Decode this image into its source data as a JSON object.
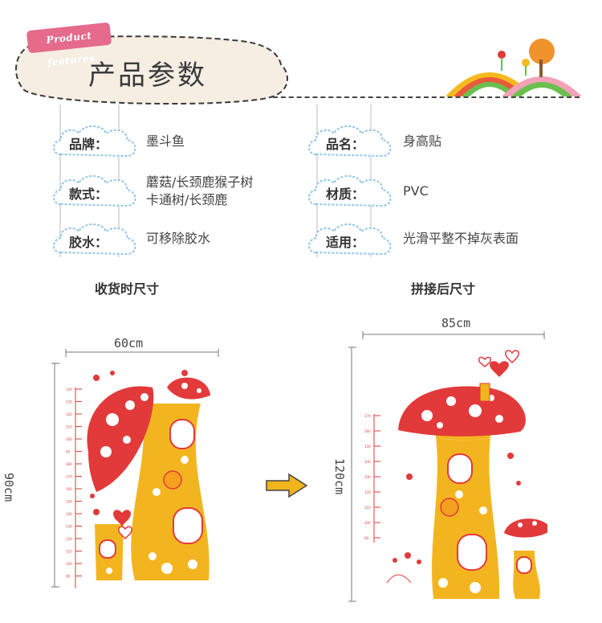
{
  "header": {
    "tag": "Product features",
    "title": "产品参数"
  },
  "params_left": [
    {
      "label": "品牌：",
      "value_lines": [
        "墨斗鱼"
      ]
    },
    {
      "label": "款式：",
      "value_lines": [
        "蘑菇/长颈鹿猴子树",
        "卡通树/长颈鹿"
      ]
    },
    {
      "label": "胶水：",
      "value_lines": [
        "可移除胶水"
      ]
    }
  ],
  "params_right": [
    {
      "label": "品名：",
      "value_lines": [
        "身高贴"
      ]
    },
    {
      "label": "材质：",
      "value_lines": [
        "PVC"
      ]
    },
    {
      "label": "适用：",
      "value_lines": [
        "光滑平整不掉灰表面"
      ]
    }
  ],
  "sections": {
    "before": "收货时尺寸",
    "after": "拼接后尺寸"
  },
  "before_size": {
    "width": "60cm",
    "height": "90cm",
    "ruler_ticks": [
      "140",
      "130",
      "120",
      "110",
      "100",
      "90",
      "180",
      "170",
      "160",
      "150",
      "140",
      "130",
      "120",
      "110",
      "100",
      "90"
    ]
  },
  "after_size": {
    "width": "85cm",
    "height": "120cm",
    "ruler_ticks": [
      "170",
      "160",
      "150",
      "140",
      "130",
      "120",
      "110",
      "100",
      "90"
    ]
  },
  "colors": {
    "tag": "#e56a8c",
    "cloud_stroke": "#8fc6e8",
    "mushroom_red": "#e23a3a",
    "mushroom_yellow": "#f3b51f",
    "arrow": "#f1b41d"
  }
}
